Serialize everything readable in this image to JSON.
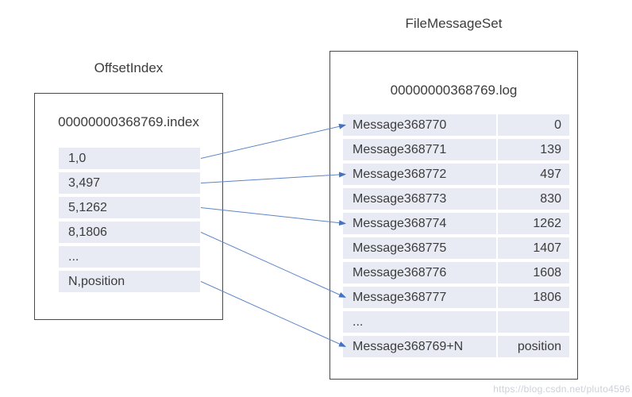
{
  "colors": {
    "page_bg": "#ffffff",
    "row_fill": "#e9ebf4",
    "arrow_head": "#4472c4",
    "arrow_line": "#5b84c9",
    "border": "#4a4a4a",
    "text": "#3c3c3c",
    "watermark": "#ccd1da"
  },
  "offset_index": {
    "title": "OffsetIndex",
    "file_name": "00000000368769.index",
    "rows": [
      "1,0",
      "3,497",
      "5,1262",
      "8,1806",
      "...",
      "N,position"
    ]
  },
  "file_message_set": {
    "title": "FileMessageSet",
    "file_name": "00000000368769.log",
    "rows": [
      {
        "message": "Message368770",
        "position": "0"
      },
      {
        "message": "Message368771",
        "position": "139"
      },
      {
        "message": "Message368772",
        "position": "497"
      },
      {
        "message": "Message368773",
        "position": "830"
      },
      {
        "message": "Message368774",
        "position": "1262"
      },
      {
        "message": "Message368775",
        "position": "1407"
      },
      {
        "message": "Message368776",
        "position": "1608"
      },
      {
        "message": "Message368777",
        "position": "1806"
      },
      {
        "message": "...",
        "position": ""
      },
      {
        "message": "Message368769+N",
        "position": "position"
      }
    ]
  },
  "arrows": [
    {
      "from": 0,
      "to": 0
    },
    {
      "from": 1,
      "to": 2
    },
    {
      "from": 2,
      "to": 4
    },
    {
      "from": 3,
      "to": 7
    },
    {
      "from": 5,
      "to": 9
    }
  ],
  "watermark": "https://blog.csdn.net/pluto4596"
}
